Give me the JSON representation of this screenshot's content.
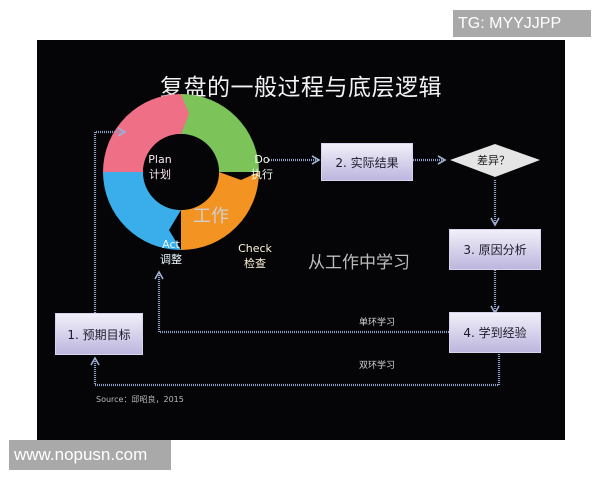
{
  "watermarks": {
    "top_right": "TG: MYYJJPP",
    "bottom_left": "www.nopusn.com"
  },
  "slide": {
    "title": "复盘的一般过程与底层逻辑",
    "cycle": {
      "center": "工作",
      "segments": [
        {
          "en": "Plan",
          "zh": "计划",
          "color": "#ee6f86"
        },
        {
          "en": "Do",
          "zh": "执行",
          "color": "#7cc35a"
        },
        {
          "en": "Check",
          "zh": "检查",
          "color": "#f29322"
        },
        {
          "en": "Act",
          "zh": "调整",
          "color": "#3aaeea"
        }
      ]
    },
    "steps": {
      "step1": "1. 预期目标",
      "step2": "2. 实际结果",
      "decision": "差异？",
      "step3": "3. 原因分析",
      "step4": "4. 学到经验"
    },
    "subtitle": "从工作中学习",
    "loops": {
      "single": "单环学习",
      "double": "双环学习"
    },
    "source": "Source：邱昭良，2015"
  }
}
